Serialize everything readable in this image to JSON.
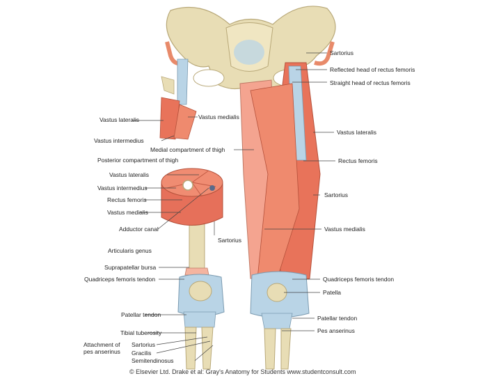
{
  "labels": {
    "sartorius_top": "Sartorius",
    "reflected_head": "Reflected head of rectus femoris",
    "straight_head": "Straight head of rectus femoris",
    "vastus_lateralis_left": "Vastus lateralis",
    "vastus_medialis_left": "Vastus medialis",
    "vastus_intermedius_left": "Vastus intermedius",
    "vastus_lateralis_right": "Vastus lateralis",
    "medial_compartment": "Medial compartment of thigh",
    "posterior_compartment": "Posterior compartment of thigh",
    "rectus_femoris_right": "Rectus femoris",
    "xs_vastus_lateralis": "Vastus lateralis",
    "xs_vastus_intermedius": "Vastus intermedius",
    "xs_rectus_femoris": "Rectus femoris",
    "xs_vastus_medialis": "Vastus medialis",
    "sartorius_right": "Sartorius",
    "adductor_canal": "Adductor canal",
    "vastus_medialis_right": "Vastus medialis",
    "sartorius_mid": "Sartorius",
    "articularis_genus": "Articularis genus",
    "suprapatellar_bursa": "Suprapatellar bursa",
    "quadriceps_tendon_left": "Quadriceps femoris tendon",
    "quadriceps_tendon_right": "Quadriceps femoris tendon",
    "patella": "Patella",
    "patellar_tendon_left": "Patellar tendon",
    "patellar_tendon_right": "Patellar tendon",
    "pes_anserinus": "Pes anserinus",
    "tibial_tuberosity": "Tibial tuberosity",
    "attachment_pes": "Attachment of",
    "attachment_pes2": "pes anserinus",
    "pes_sartorius": "Sartorius",
    "pes_gracilis": "Gracilis",
    "pes_semitendinosus": "Semitendinosus"
  },
  "credit": "© Elsevier Ltd. Drake et al: Gray's Anatomy for Students www.studentconsult.com"
}
